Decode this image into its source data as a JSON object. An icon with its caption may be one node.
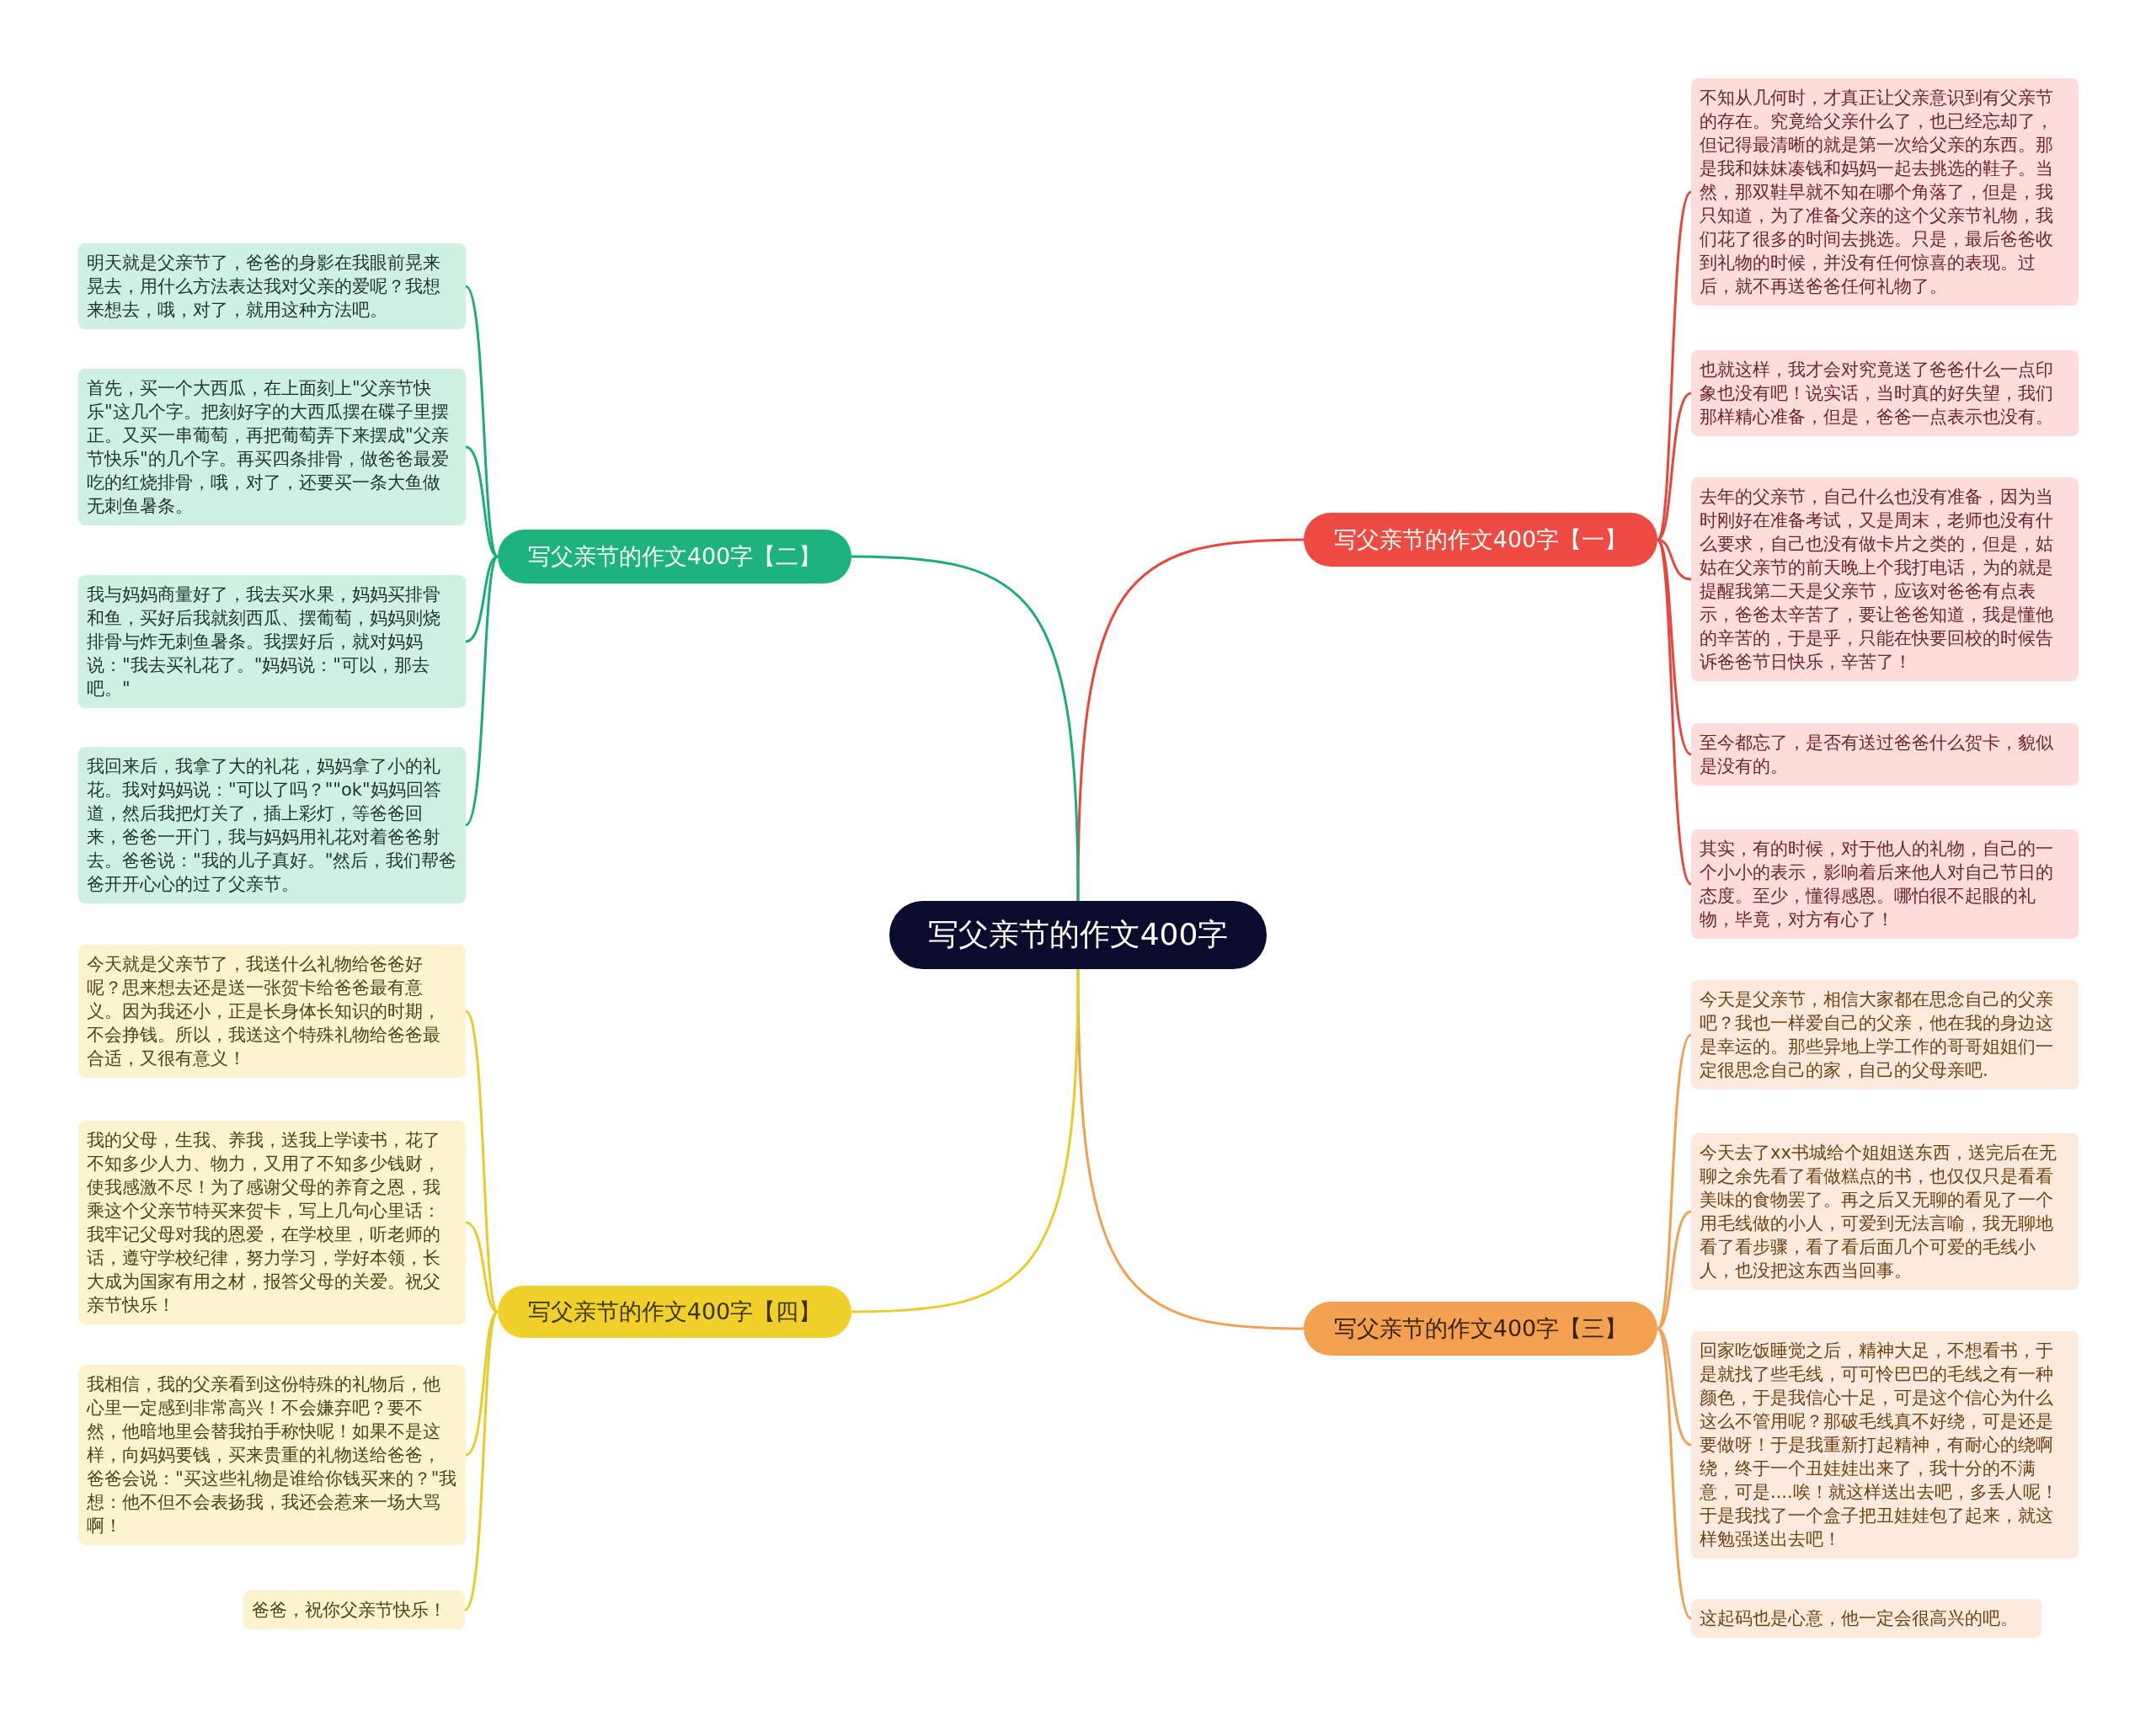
{
  "diagram": {
    "nodes": [
      {
        "text": [
          "写父亲节的作文400字"
        ]
      },
      {
        "text": [
          "写父亲节的作文400字【一】"
        ]
      },
      {
        "text": [
          "不知从几何时，才真正让父亲意识到有父亲节的存在。究竟给父亲什么了，也已经忘却了，但记得最清晰的就是第一次给父亲的东西。那是我和妹妹凑钱和妈妈一起去挑选的鞋子。当然，那双鞋早就不知在哪个角落了，但是，我只知道，为了准备父亲的这个父亲节礼物，我们花了很多的时间去挑选。只是，最后爸爸收到礼物的时候，并没有任何惊喜的表现。过后，就不再送爸爸任何礼物了。"
        ]
      },
      {
        "text": [
          "也就这样，我才会对究竟送了爸爸什么一点印象也没有吧！说实话，当时真的好失望，我们那样精心准备，但是，爸爸一点表示也没有。"
        ]
      },
      {
        "text": [
          "去年的父亲节，自己什么也没有准备，因为当时刚好在准备考试，又是周末，老师也没有什么要求，自己也没有做卡片之类的，但是，姑姑在父亲节的前天晚上个我打电话，为的就是提醒我第二天是父亲节，应该对爸爸有点表示，爸爸太辛苦了，要让爸爸知道，我是懂他的辛苦的，于是乎，只能在快要回校的时候告诉爸爸节日快乐，辛苦了！"
        ]
      },
      {
        "text": [
          "至今都忘了，是否有送过爸爸什么贺卡，貌似是没有的。"
        ]
      },
      {
        "text": [
          "其实，有的时候，对于他人的礼物，自己的一个小小的表示，影响着后来他人对自己节日的态度。至少，懂得感恩。哪怕很不起眼的礼物，毕竟，对方有心了！"
        ]
      },
      {
        "text": [
          "写父亲节的作文400字【三】"
        ]
      },
      {
        "text": [
          "今天是父亲节，相信大家都在思念自己的父亲吧？我也一样爱自己的父亲，他在我的身边这是幸运的。那些异地上学工作的哥哥姐姐们一定很思念自己的家，自己的父母亲吧."
        ]
      },
      {
        "text": [
          "今天去了xx书城给个姐姐送东西，送完后在无聊之余先看了看做糕点的书，也仅仅只是看看美味的食物罢了。再之后又无聊的看见了一个用毛线做的小人，可爱到无法言喻，我无聊地看了看步骤，看了看后面几个可爱的毛线小人，也没把这东西当回事。"
        ]
      },
      {
        "text": [
          "回家吃饭睡觉之后，精神大足，不想看书，于是就找了些毛线，可可怜巴巴的毛线之有一种颜色，于是我信心十足，可是这个信心为什么这么不管用呢？那破毛线真不好绕，可是还是要做呀！于是我重新打起精神，有耐心的绕啊绕，终于一个丑娃娃出来了，我十分的不满意，可是....唉！就这样送出去吧，多丢人呢！于是我找了一个盒子把丑娃娃包了起来，就这样勉强送出去吧！"
        ]
      },
      {
        "text": [
          "这起码也是心意，他一定会很高兴的吧。"
        ]
      },
      {
        "text": [
          "写父亲节的作文400字【二】"
        ]
      },
      {
        "text": [
          "明天就是父亲节了，爸爸的身影在我眼前晃来晃去，用什么方法表达我对父亲的爱呢？我想来想去，哦，对了，就用这种方法吧。"
        ]
      },
      {
        "text": [
          "首先，买一个大西瓜，在上面刻上\"父亲节快乐\"这几个字。把刻好字的大西瓜摆在碟子里摆正。又买一串葡萄，再把葡萄弄下来摆成\"父亲节快乐\"的几个字。再买四条排骨，做爸爸最爱吃的红烧排骨，哦，对了，还要买一条大鱼做无刺鱼暑条。"
        ]
      },
      {
        "text": [
          "我与妈妈商量好了，我去买水果，妈妈买排骨和鱼，买好后我就刻西瓜、摆葡萄，妈妈则烧排骨与炸无刺鱼暑条。我摆好后，就对妈妈说：\"我去买礼花了。\"妈妈说：\"可以，那去吧。\""
        ]
      },
      {
        "text": [
          "我回来后，我拿了大的礼花，妈妈拿了小的礼花。我对妈妈说：\"可以了吗？\"\"ok\"妈妈回答道，然后我把灯关了，插上彩灯，等爸爸回来，爸爸一开门，我与妈妈用礼花对着爸爸射去。爸爸说：\"我的儿子真好。\"然后，我们帮爸爸开开心心的过了父亲节。"
        ]
      },
      {
        "text": [
          "写父亲节的作文400字【四】"
        ]
      },
      {
        "text": [
          "今天就是父亲节了，我送什么礼物给爸爸好呢？思来想去还是送一张贺卡给爸爸最有意义。因为我还小，正是长身体长知识的时期，不会挣钱。所以，我送这个特殊礼物给爸爸最合适，又很有意义！"
        ]
      },
      {
        "text": [
          "我的父母，生我、养我，送我上学读书，花了不知多少人力、物力，又用了不知多少钱财，使我感激不尽！为了感谢父母的养育之恩，我乘这个父亲节特买来贺卡，写上几句心里话：我牢记父母对我的恩爱，在学校里，听老师的话，遵守学校纪律，努力学习，学好本领，长大成为国家有用之材，报答父母的关爱。祝父亲节快乐！"
        ]
      },
      {
        "text": [
          "我相信，我的父亲看到这份特殊的礼物后，他心里一定感到非常高兴！不会嫌弃吧？要不然，他暗地里会替我拍手称快呢！如果不是这样，向妈妈要钱，买来贵重的礼物送给爸爸，爸爸会说：\"买这些礼物是谁给你钱买来的？\"我想：他不但不会表扬我，我还会惹来一场大骂啊！"
        ]
      },
      {
        "text": [
          "爸爸，祝你父亲节快乐！"
        ]
      }
    ],
    "edges": [
      {
        "from": 0,
        "to": 1,
        "arrow": "none",
        "color": "#e8463c"
      },
      {
        "from": 1,
        "to": 2,
        "arrow": "none",
        "color": "#e8463c"
      },
      {
        "from": 1,
        "to": 3,
        "arrow": "none",
        "color": "#e8463c"
      },
      {
        "from": 1,
        "to": 4,
        "arrow": "none",
        "color": "#e8463c"
      },
      {
        "from": 1,
        "to": 5,
        "arrow": "none",
        "color": "#e8463c"
      },
      {
        "from": 1,
        "to": 6,
        "arrow": "none",
        "color": "#e8463c"
      },
      {
        "from": 0,
        "to": 7,
        "arrow": "none",
        "color": "#f0a050"
      },
      {
        "from": 7,
        "to": 8,
        "arrow": "none",
        "color": "#f0a050"
      },
      {
        "from": 7,
        "to": 9,
        "arrow": "none",
        "color": "#f0a050"
      },
      {
        "from": 7,
        "to": 10,
        "arrow": "none",
        "color": "#f0a050"
      },
      {
        "from": 7,
        "to": 11,
        "arrow": "none",
        "color": "#f0a050"
      },
      {
        "from": 0,
        "to": 12,
        "arrow": "none",
        "color": "#1aad78"
      },
      {
        "from": 12,
        "to": 13,
        "arrow": "none",
        "color": "#1aad78"
      },
      {
        "from": 12,
        "to": 14,
        "arrow": "none",
        "color": "#1aad78"
      },
      {
        "from": 12,
        "to": 15,
        "arrow": "none",
        "color": "#1aad78"
      },
      {
        "from": 12,
        "to": 16,
        "arrow": "none",
        "color": "#1aad78"
      },
      {
        "from": 0,
        "to": 17,
        "arrow": "none",
        "color": "#eacb2c"
      },
      {
        "from": 17,
        "to": 18,
        "arrow": "none",
        "color": "#eacb2c"
      },
      {
        "from": 17,
        "to": 19,
        "arrow": "none",
        "color": "#eacb2c"
      },
      {
        "from": 17,
        "to": 20,
        "arrow": "none",
        "color": "#eacb2c"
      },
      {
        "from": 17,
        "to": 21,
        "arrow": "none",
        "color": "#eacb2c"
      }
    ]
  }
}
